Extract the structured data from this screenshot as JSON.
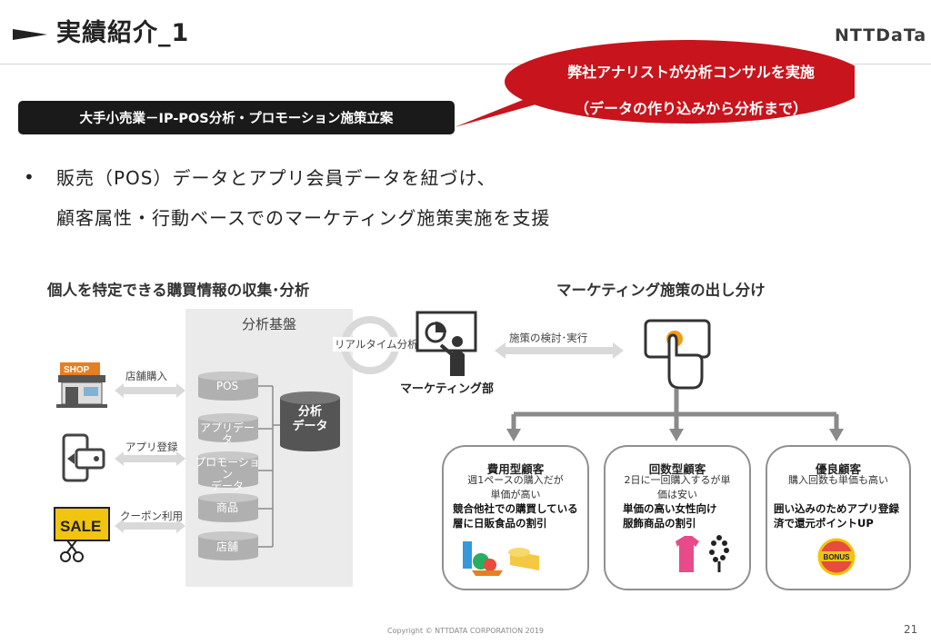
{
  "header": {
    "title": "実績紹介_1",
    "logo": "NTTDaTa"
  },
  "case_label": "大手小売業－IP-POS分析・プロモーション施策立案",
  "bubble": {
    "line1": "弊社アナリストが分析コンサルを実施",
    "line2": "（データの作り込みから分析まで）"
  },
  "bullet": {
    "line1": "販売（POS）データとアプリ会員データを紐づけ、",
    "line2": "顧客属性・行動ベースでのマーケティング施策実施を支援"
  },
  "left_section": {
    "heading": "個人を特定できる購買情報の収集･分析",
    "platform_label": "分析基盤",
    "sources": [
      {
        "label": "店舗購入",
        "icon": "shop-icon"
      },
      {
        "label": "アプリ登録",
        "icon": "smartphone-icon"
      },
      {
        "label": "クーポン利用",
        "icon": "sale-coupon-icon"
      }
    ],
    "data_items": [
      "POS",
      "アプリデータ",
      "プロモーション\nデータ",
      "商品",
      "店舗"
    ],
    "analysis_data": "分析\nデータ"
  },
  "center": {
    "realtime_label": "リアルタイム分析",
    "dept_label": "マーケティング部",
    "policy_label": "施策の検討･実行"
  },
  "right_section": {
    "heading": "マーケティング施策の出し分け",
    "cards": [
      {
        "title": "費用型顧客",
        "desc": "週1ペースの購入だが\n単価が高い",
        "action": "競合他社での購買している\n層に日販食品の割引",
        "icon": "groceries-icon"
      },
      {
        "title": "回数型顧客",
        "desc": "2日に一回購入するが単\n価は安い",
        "action": "単価の高い女性向け\n服飾商品の割引",
        "icon": "clothing-icon"
      },
      {
        "title": "優良顧客",
        "desc": "購入回数も単価も高い",
        "action": "囲い込みのためアプリ登録\n済で還元ポイントUP",
        "icon": "bonus-badge-icon",
        "badge": "BONUS"
      }
    ]
  },
  "footer": {
    "copyright": "Copyright © NTTDATA CORPORATION 2019",
    "page": "21"
  },
  "colors": {
    "bubble_red": "#c8141c",
    "platform_gray": "#ebebeb",
    "cylinder": "#b0b0b0",
    "analysis_cylinder": "#555555",
    "flow_arrow": "#d9d9d9",
    "tree_line": "#8a8a8a"
  }
}
